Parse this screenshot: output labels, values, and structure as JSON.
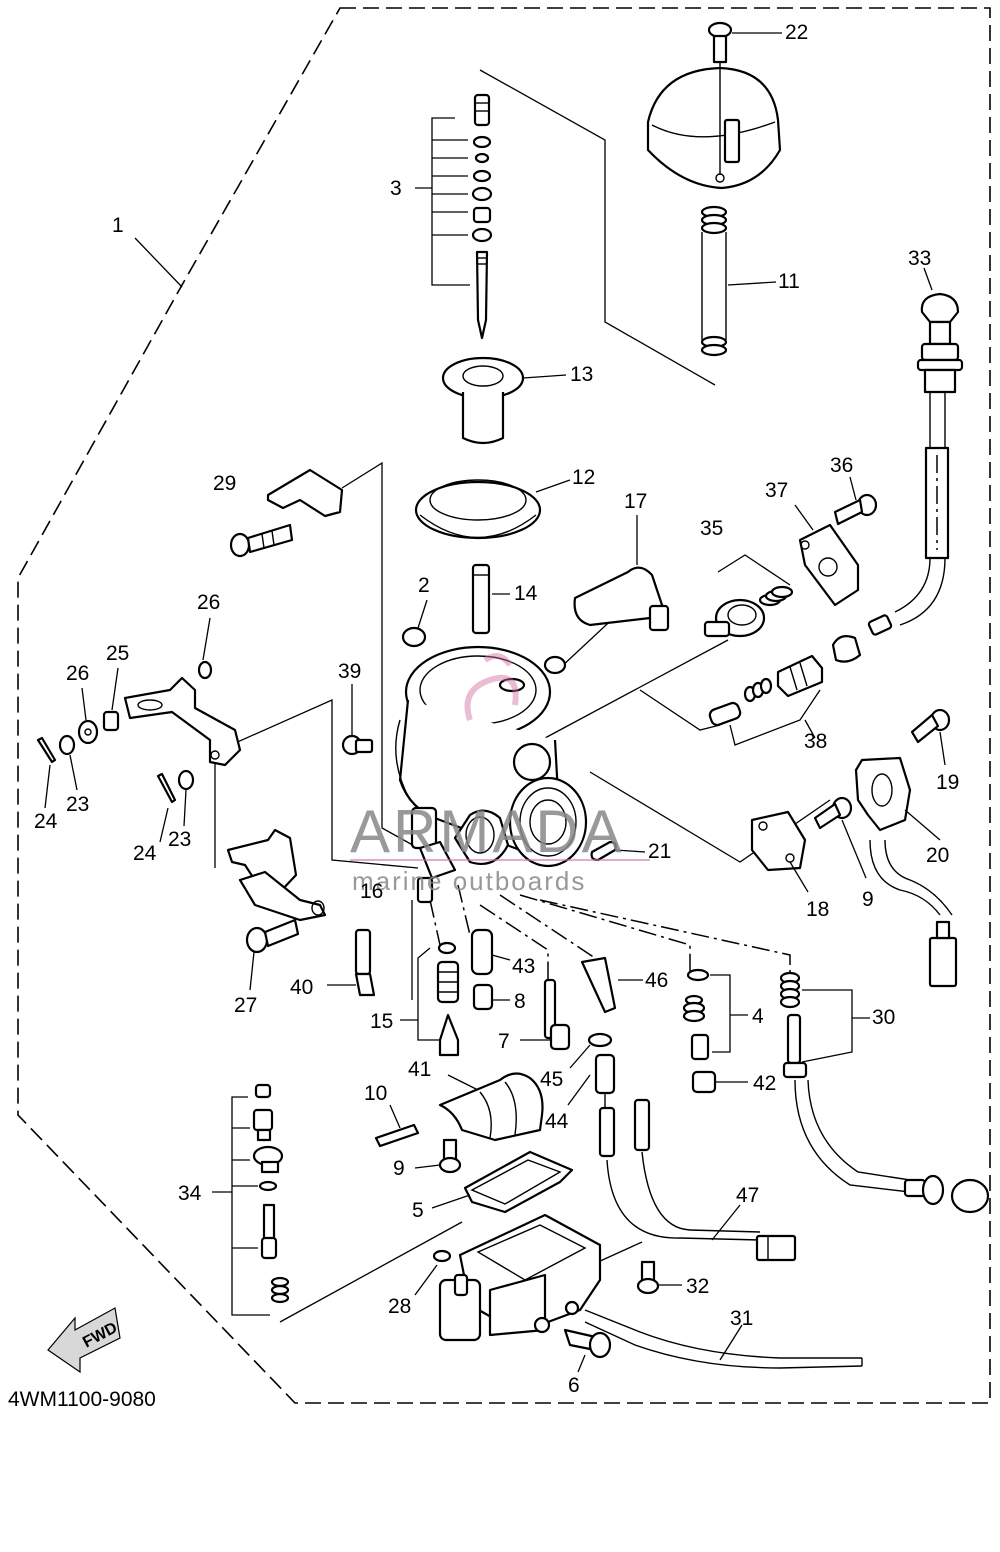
{
  "diagram_code": "4WM1100-9080",
  "fwd_label": "FWD",
  "watermark": {
    "brand": "ARMADA",
    "tagline": "marine outboards",
    "accent_color": "#d46fa5",
    "text_color": "#8a8a8a"
  },
  "callouts": [
    "1",
    "2",
    "3",
    "4",
    "5",
    "6",
    "7",
    "8",
    "9",
    "9",
    "10",
    "11",
    "12",
    "13",
    "14",
    "15",
    "16",
    "17",
    "18",
    "19",
    "20",
    "21",
    "22",
    "23",
    "23",
    "24",
    "24",
    "25",
    "26",
    "26",
    "27",
    "28",
    "29",
    "30",
    "31",
    "32",
    "33",
    "34",
    "35",
    "36",
    "37",
    "38",
    "39",
    "40",
    "41",
    "42",
    "43",
    "44",
    "45",
    "46",
    "47"
  ]
}
